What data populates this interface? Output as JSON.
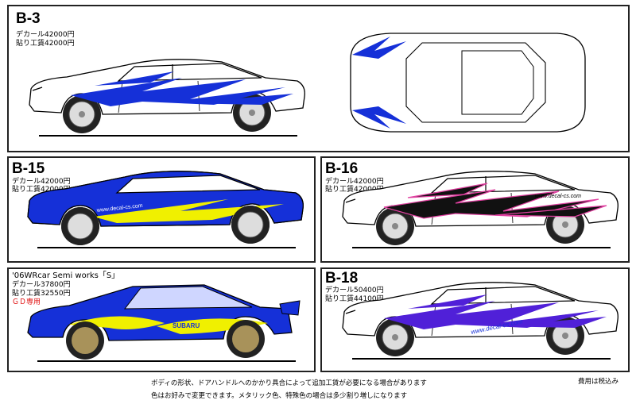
{
  "items": [
    {
      "code": "B-3",
      "decal_price": "デカール42000円",
      "install_price": "貼り工賃42000円"
    },
    {
      "code": "B-15",
      "decal_price": "デカール42000円",
      "install_price": "貼り工賃42000円",
      "side_text": "www.decal-cs.com"
    },
    {
      "code": "B-16",
      "decal_price": "デカール42000円",
      "install_price": "貼り工賃42000円",
      "side_text": "www.decal-cs.com"
    },
    {
      "code": "'06WRcar Semi works「S」",
      "decal_price": "デカール37800円",
      "install_price": "貼り工賃32550円",
      "extra": "ＧＤ専用",
      "side_text": "SUBARU"
    },
    {
      "code": "B-18",
      "decal_price": "デカール50400円",
      "install_price": "貼り工賃44100円",
      "side_text": "www.decal-cs.com"
    }
  ],
  "footer": {
    "note1": "ボディの形状、ドアハンドルへのかかり具合によって追加工賃が必要になる場合があります",
    "note2": "色はお好みで変更できます。メタリック色、特殊色の場合は多少割り増しになります",
    "tax_note": "費用は税込み"
  },
  "colors": {
    "blue": "#1530d8",
    "yellow": "#f0f000",
    "pink": "#e040a0"
  }
}
